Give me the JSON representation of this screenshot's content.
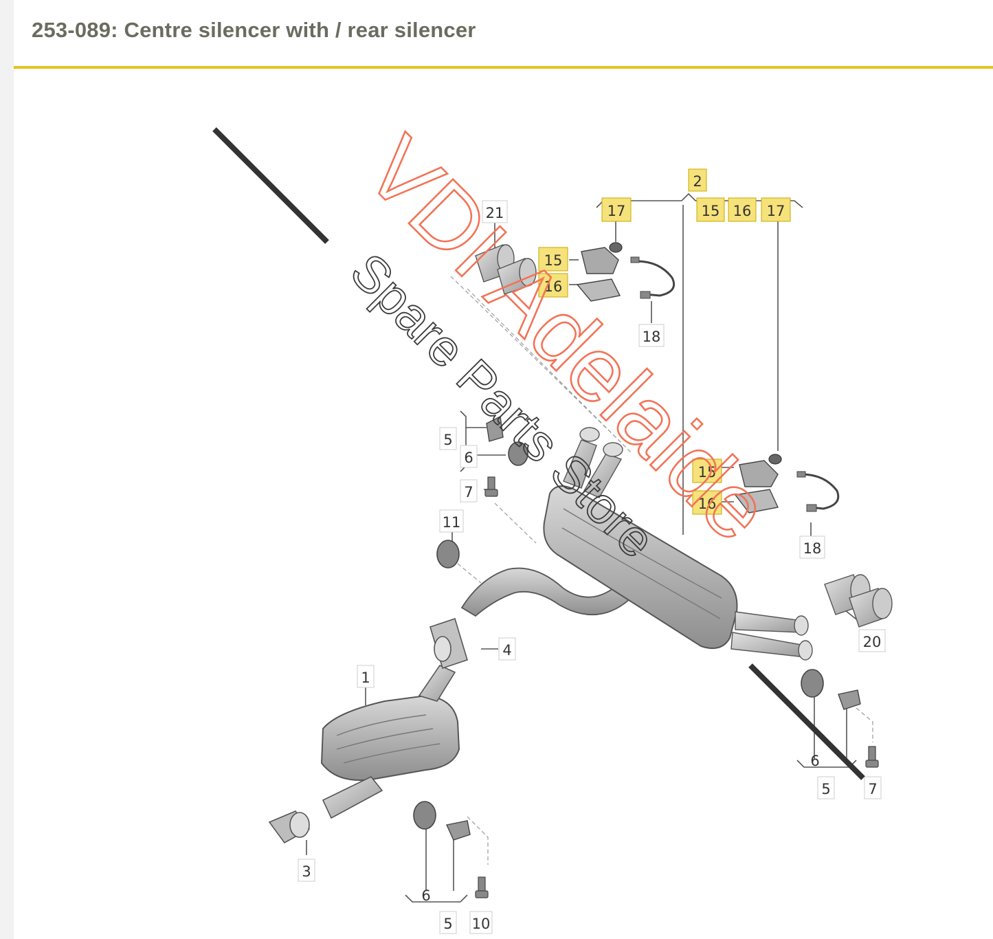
{
  "header": {
    "title": "253-089: Centre silencer with / rear silencer"
  },
  "colors": {
    "accent": "#e8c21f",
    "highlight": "#f6e27a",
    "watermark_main": "#f27357",
    "watermark_sub": "#3a3a3a"
  },
  "callouts": {
    "c1": "1",
    "c2": "2",
    "c3": "3",
    "c4": "4",
    "c5a": "5",
    "c5b": "5",
    "c5c": "5",
    "c6a": "6",
    "c6b": "6",
    "c6c": "6",
    "c7a": "7",
    "c7b": "7",
    "c10": "10",
    "c11": "11",
    "c15a": "15",
    "c15b": "15",
    "c15c": "15",
    "c16a": "16",
    "c16b": "16",
    "c16c": "16",
    "c17a": "17",
    "c17b": "17",
    "c18a": "18",
    "c18b": "18",
    "c20": "20",
    "c21": "21"
  },
  "watermark": {
    "main": "VDI Adelaide",
    "sub": "Spare Parts Store"
  }
}
